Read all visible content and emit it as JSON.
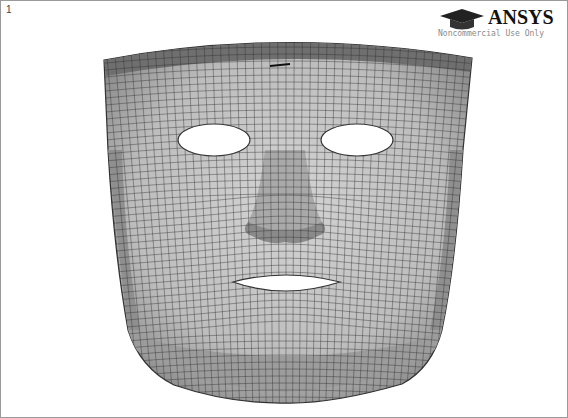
{
  "diagram": {
    "labels": [
      "1",
      "ANSYS",
      "Noncommercial Use Only"
    ]
  }
}
